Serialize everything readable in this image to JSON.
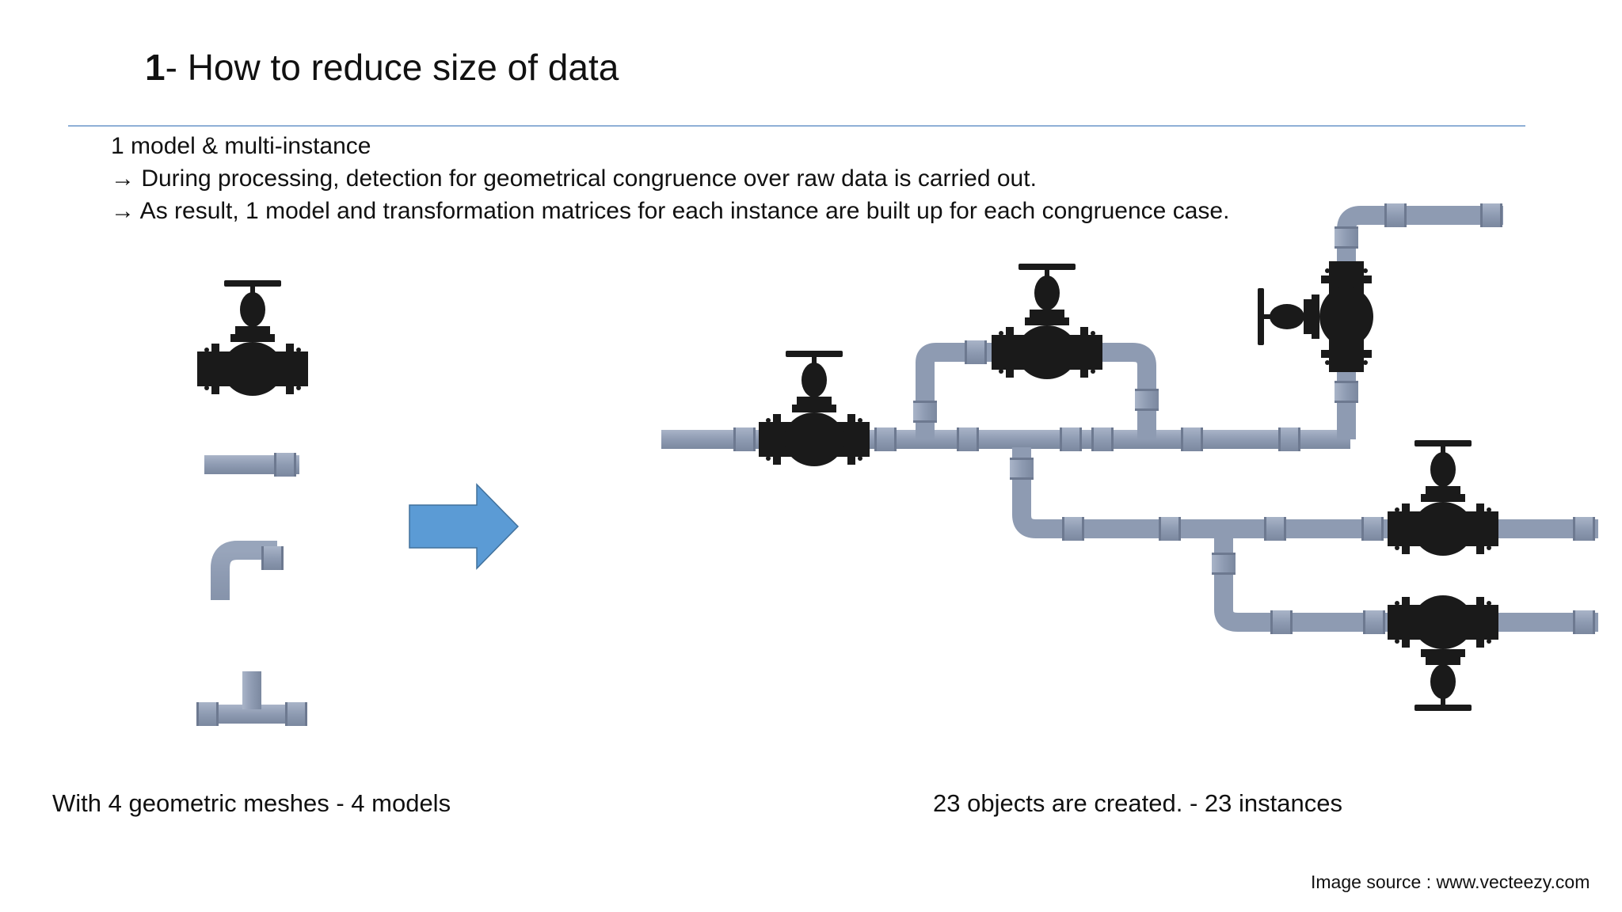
{
  "title": {
    "number": "1",
    "text": "- How to reduce size of data"
  },
  "intro": {
    "heading": "1 model & multi-instance",
    "line2": "→ During processing, detection for geometrical congruence over raw data is carried out.",
    "line3": "→ As result, 1 model and transformation matrices for each instance are built up for each congruence case."
  },
  "captions": {
    "left": "With 4 geometric meshes - 4 models",
    "right": "23 objects are created. - 23 instances"
  },
  "source": "Image source : www.vecteezy.com",
  "colors": {
    "pipe": "#8f9cb3",
    "pipe_dark": "#7a879e",
    "valve": "#1a1a1a",
    "arrow": "#5b9bd5",
    "divider": "#8fb0d6"
  },
  "models": [
    "valve",
    "straight-pipe",
    "elbow-pipe",
    "tee-pipe"
  ]
}
